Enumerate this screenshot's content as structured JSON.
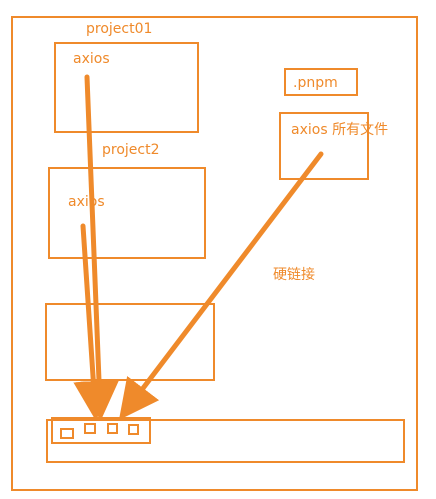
{
  "colors": {
    "stroke": "#EF8A2B",
    "text": "#EF8A2B",
    "background": "#FFFFFF"
  },
  "labels": {
    "project01": "project01",
    "axios_1": "axios",
    "pnpm": ".pnpm",
    "axios_all_files": "axios 所有文件",
    "project2": "project2",
    "axios_2": "axios",
    "hardlink": "硬链接"
  }
}
